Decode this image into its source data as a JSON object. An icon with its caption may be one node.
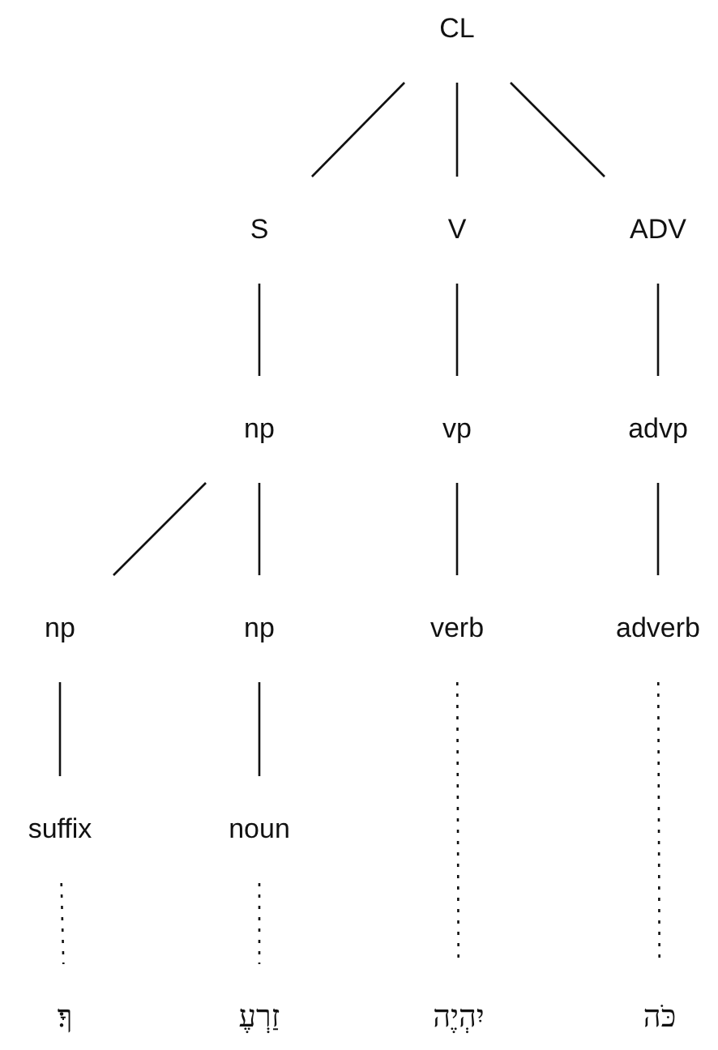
{
  "diagram": {
    "nodes": [
      {
        "text": [
          "CL"
        ]
      },
      {
        "text": [
          "S"
        ]
      },
      {
        "text": [
          "V"
        ]
      },
      {
        "text": [
          "ADV"
        ]
      },
      {
        "text": [
          "np"
        ]
      },
      {
        "text": [
          "vp"
        ]
      },
      {
        "text": [
          "advp"
        ]
      },
      {
        "text": [
          "np"
        ]
      },
      {
        "text": [
          "np"
        ]
      },
      {
        "text": [
          "verb"
        ]
      },
      {
        "text": [
          "adverb"
        ]
      },
      {
        "text": [
          "suffix"
        ]
      },
      {
        "text": [
          "noun"
        ]
      },
      {
        "text": [
          "ךָ׃"
        ]
      },
      {
        "text": [
          "זַרְעֶ"
        ]
      },
      {
        "text": [
          "יִהְיֶה"
        ]
      },
      {
        "text": [
          "כֹּה"
        ]
      }
    ],
    "edges": [
      {
        "from": 0,
        "to": 1,
        "arrow": "none"
      },
      {
        "from": 0,
        "to": 2,
        "arrow": "none"
      },
      {
        "from": 0,
        "to": 3,
        "arrow": "none"
      },
      {
        "from": 1,
        "to": 4,
        "arrow": "none"
      },
      {
        "from": 2,
        "to": 5,
        "arrow": "none"
      },
      {
        "from": 3,
        "to": 6,
        "arrow": "none"
      },
      {
        "from": 4,
        "to": 7,
        "arrow": "none"
      },
      {
        "from": 4,
        "to": 8,
        "arrow": "none"
      },
      {
        "from": 5,
        "to": 9,
        "arrow": "none"
      },
      {
        "from": 6,
        "to": 10,
        "arrow": "none"
      },
      {
        "from": 7,
        "to": 11,
        "arrow": "none"
      },
      {
        "from": 8,
        "to": 12,
        "arrow": "none"
      },
      {
        "from": 11,
        "to": 13,
        "arrow": "none",
        "style": "dashed"
      },
      {
        "from": 12,
        "to": 14,
        "arrow": "none",
        "style": "dashed"
      },
      {
        "from": 9,
        "to": 15,
        "arrow": "none",
        "style": "dashed"
      },
      {
        "from": 10,
        "to": 16,
        "arrow": "none",
        "style": "dashed"
      }
    ]
  }
}
